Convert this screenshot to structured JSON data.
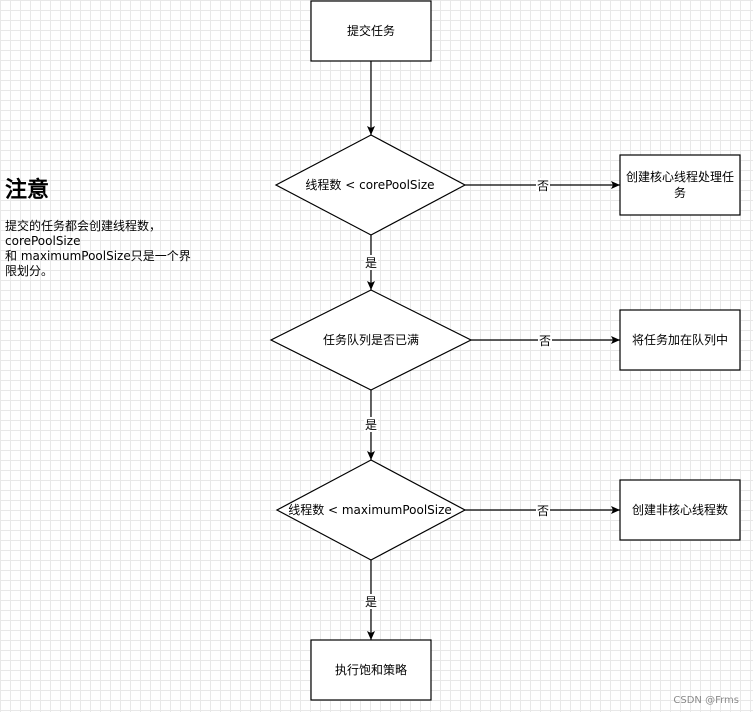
{
  "note": {
    "title": "注意",
    "lines": [
      "提交的任务都会创建线程数，",
      "corePoolSize",
      "和 maximumPoolSize只是一个界",
      "限划分。"
    ]
  },
  "nodes": {
    "submit": "提交任务",
    "check_core": "线程数 < corePoolSize",
    "create_core": [
      "创建核心线程处理任",
      "务"
    ],
    "check_queue": "任务队列是否已满",
    "enqueue": "将任务加在队列中",
    "check_max": "线程数 < maximumPoolSize",
    "create_noncore": "创建非核心线程数",
    "reject": "执行饱和策略"
  },
  "edges": {
    "no": "否",
    "yes": "是"
  },
  "watermark": "CSDN @Frms"
}
